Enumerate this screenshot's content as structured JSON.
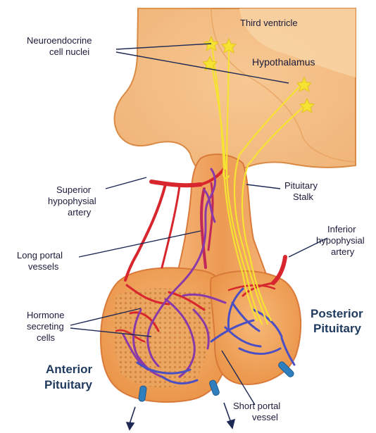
{
  "labels": {
    "third_ventricle": "Third ventricle",
    "neuroendocrine_1": "Neuroendocrine",
    "neuroendocrine_2": "cell nuclei",
    "hypothalamus": "Hypothalamus",
    "superior_1": "Superior",
    "superior_2": "hypophysial",
    "superior_3": "artery",
    "stalk_1": "Pituitary",
    "stalk_2": "Stalk",
    "inferior_1": "Inferior",
    "inferior_2": "hypophysial",
    "inferior_3": "artery",
    "long_portal_1": "Long portal",
    "long_portal_2": "vessels",
    "hormone_1": "Hormone",
    "hormone_2": "secreting",
    "hormone_3": "cells",
    "posterior_1": "Posterior",
    "posterior_2": "Pituitary",
    "anterior_1": "Anterior",
    "anterior_2": "Pituitary",
    "short_portal_1": "Short portal",
    "short_portal_2": "vessel"
  },
  "colors": {
    "tissue_light": "#f6c995",
    "tissue_mid": "#f2ad6e",
    "tissue_dark": "#e88a3f",
    "tissue_outline": "#d97a3a",
    "artery": "#d8262e",
    "vein": "#4a4fc4",
    "portal": "#8a3aa8",
    "neuron": "#f5e233",
    "vessel_cap": "#2f7fbf",
    "label_text": "#1a1a3a",
    "title_text": "#1f3a5f"
  }
}
